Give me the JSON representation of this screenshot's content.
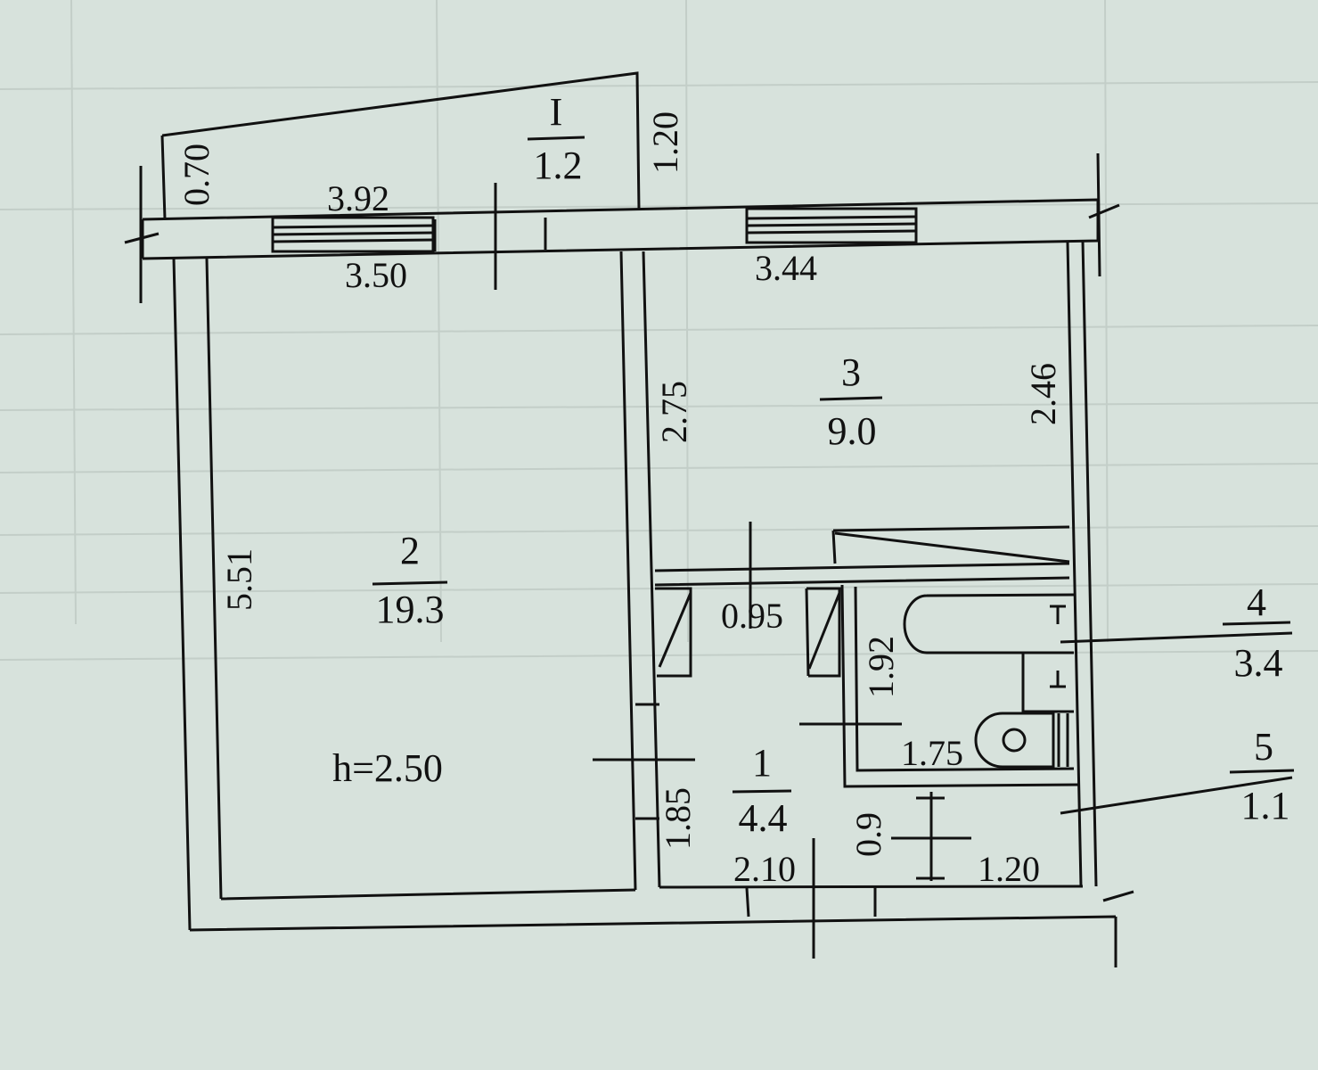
{
  "background_color": "#d7e2dc",
  "ink_color": "#111111",
  "plan": {
    "height_label": "h=2.50",
    "rooms": [
      {
        "id": "2",
        "number": "2",
        "area": "19.3"
      },
      {
        "id": "3",
        "number": "3",
        "area": "9.0"
      },
      {
        "id": "1",
        "number": "1",
        "area": "4.4"
      },
      {
        "id": "4",
        "number": "4",
        "area": "3.4"
      },
      {
        "id": "5",
        "number": "5",
        "area": "1.1"
      },
      {
        "id": "balcony",
        "number": "I",
        "area": "1.2"
      }
    ],
    "dimensions": {
      "balcony_left": "0.70",
      "balcony_right": "1.20",
      "top_outer": "3.92",
      "room2_width": "3.50",
      "room3_width": "3.44",
      "room3_left": "2.75",
      "room3_right": "2.46",
      "room2_height": "5.51",
      "door": "0.95",
      "bath_height": "1.92",
      "bath_width": "1.75",
      "hall_height": "1.85",
      "hall_width": "2.10",
      "wc_height": "0.9",
      "wc_width": "1.20"
    }
  }
}
